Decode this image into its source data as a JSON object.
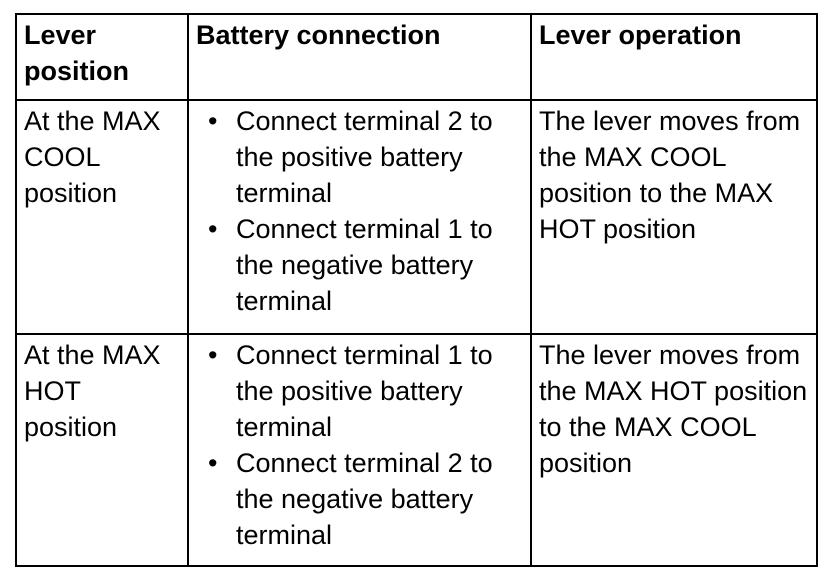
{
  "table": {
    "headers": [
      "Lever position",
      "Battery connection",
      "Lever operation"
    ],
    "rows": [
      {
        "position": "At the MAX COOL position",
        "connections": [
          "Connect terminal 2 to the positive battery terminal",
          "Connect terminal 1 to the negative battery terminal"
        ],
        "operation": "The lever moves from the MAX COOL position to the MAX HOT position"
      },
      {
        "position": "At the MAX HOT position",
        "connections": [
          "Connect terminal 1 to the positive battery terminal",
          "Connect terminal 2 to the negative battery terminal"
        ],
        "operation": "The lever moves from the MAX HOT position to the MAX COOL position"
      }
    ],
    "bullet_char": "•"
  }
}
